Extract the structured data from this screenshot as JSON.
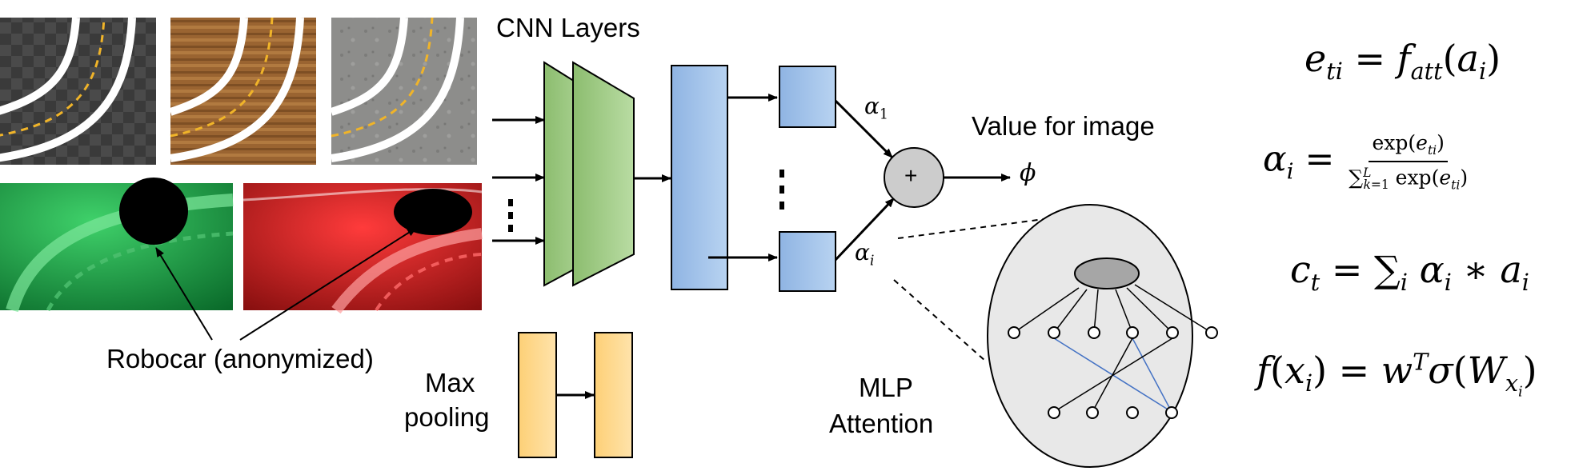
{
  "labels": {
    "cnn_layers": "CNN Layers",
    "value_for_image": "Value for image",
    "robocar": "Robocar (anonymized)",
    "max": "Max",
    "pooling": "pooling",
    "mlp": "MLP",
    "attention": "Attention",
    "plus": "+",
    "phi": "ϕ",
    "alpha_1": "α",
    "alpha_1_sub": "1",
    "alpha_i": "α",
    "alpha_i_sub": "i"
  },
  "equations": {
    "eq1": "e_ti = f_att(a_i)",
    "eq2": "α_i = exp(e_ti) / Σ_{k=1}^{L} exp(e_ti)",
    "eq3": "c_t = Σ_i α_i * a_i",
    "eq4": "f(x_i) = w^T σ(W_{x_i})"
  },
  "colors": {
    "green_trap": "#a8d08d",
    "blue_box": "#9dc3e6",
    "orange_box": "#ffd88a",
    "circle_bg": "#e6e6e6",
    "plus_circle": "#cccccc",
    "ellipse_node": "#a6a6a6",
    "blue_edge": "#4472c4"
  }
}
